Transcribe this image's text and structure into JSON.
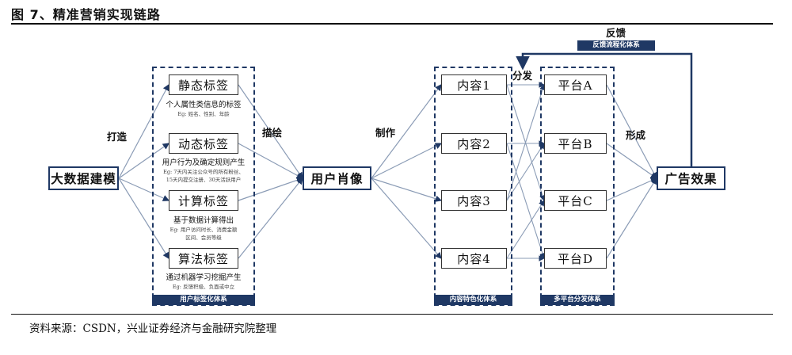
{
  "figure": {
    "title": "图 7、精准营销实现链路",
    "source": "资料来源：CSDN，兴业证券经济与金融研究院整理"
  },
  "nodes": {
    "big_data": "大数据建模",
    "user_portrait": "用户肖像",
    "ad_effect": "广告效果"
  },
  "tags": [
    {
      "label": "静态标签",
      "desc": "个人属性类信息的标签",
      "eg": [
        "Eg: 姓名、性别、年龄"
      ]
    },
    {
      "label": "动态标签",
      "desc": "用户行为及确定规则产生",
      "eg": [
        "Eg: 7天内关注公众号的所有粉丝、",
        "15天内提交注册、30天活跃用户"
      ]
    },
    {
      "label": "计算标签",
      "desc": "基于数据计算得出",
      "eg": [
        "Eg: 用户访问时长、消费金额",
        "区间、会员等级"
      ]
    },
    {
      "label": "算法标签",
      "desc": "通过机器学习挖掘产生",
      "eg": [
        "Eg: 反馈积极、负面或中立"
      ]
    }
  ],
  "contents": [
    "内容1",
    "内容2",
    "内容3",
    "内容4"
  ],
  "platforms": [
    "平台A",
    "平台B",
    "平台C",
    "平台D"
  ],
  "group_labels": {
    "tags": "用户标签化体系",
    "contents": "内容特色化体系",
    "platforms": "多平台分发体系",
    "feedback": "反馈流程化体系"
  },
  "edge_labels": {
    "build": "打造",
    "describe": "描绘",
    "produce": "制作",
    "distribute": "分发",
    "form": "形成",
    "feedback": "反馈"
  }
}
